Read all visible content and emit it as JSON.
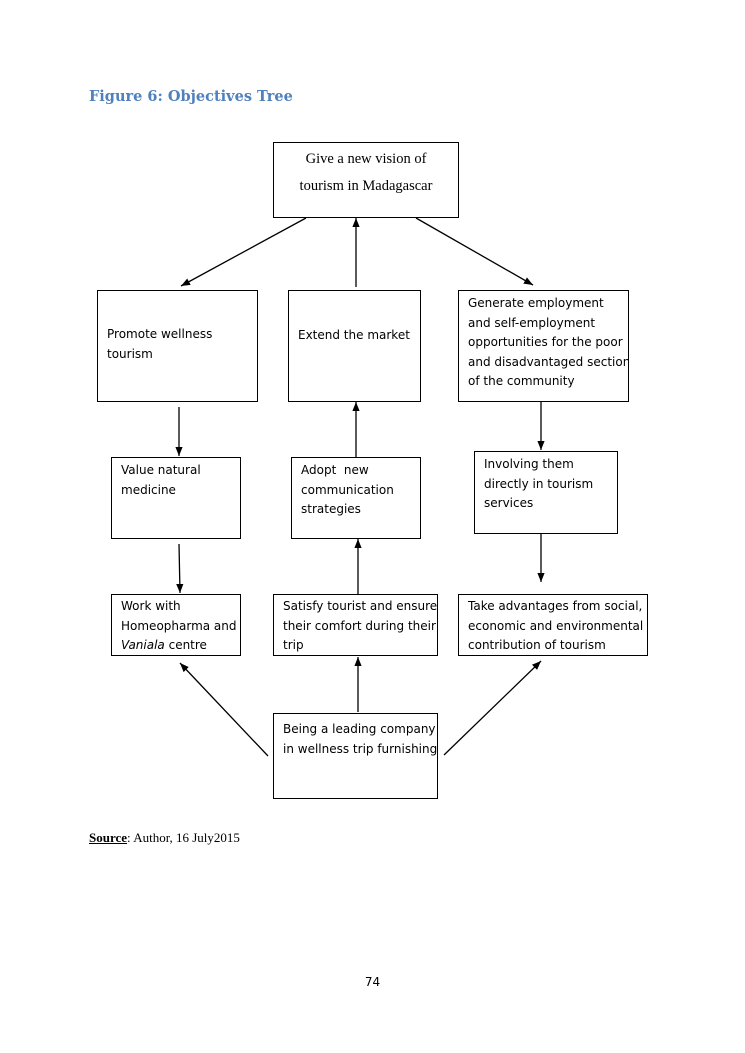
{
  "figure_caption": "Figure 6: Objectives Tree",
  "diagram": {
    "top_goal": {
      "lines": [
        "Give a new vision of",
        "tourism in Madagascar"
      ]
    },
    "objectives": {
      "wellness": {
        "lines": [
          "Promote wellness",
          "tourism"
        ]
      },
      "market": {
        "lines": [
          "Extend the market"
        ]
      },
      "employment": {
        "lines": [
          "Generate employment",
          "and self-employment",
          "opportunities for the poor",
          "and disadvantaged section",
          "of the community"
        ]
      }
    },
    "means_level1": {
      "medicine": {
        "lines": [
          "Value natural",
          "medicine"
        ]
      },
      "communication": {
        "lines": [
          "Adopt  new",
          "communication",
          "strategies"
        ]
      },
      "involve": {
        "lines": [
          "Involving them",
          "directly in tourism",
          "services"
        ]
      }
    },
    "means_level2": {
      "homeopharma": {
        "line1": "Work with",
        "line2": "Homeopharma and",
        "line3_italic": "Vaniala",
        "line3_rest": " centre"
      },
      "satisfy": {
        "lines": [
          "Satisfy tourist and ensure",
          "their comfort during their",
          "trip"
        ]
      },
      "advantages": {
        "lines": [
          "Take advantages from social,",
          "economic and environmental",
          "contribution of tourism"
        ]
      }
    },
    "root": {
      "lines": [
        "Being a leading company",
        "in wellness trip furnishing"
      ]
    }
  },
  "source": {
    "label": "Source",
    "text": ": Author, 16 July2015"
  },
  "page_number": "74"
}
